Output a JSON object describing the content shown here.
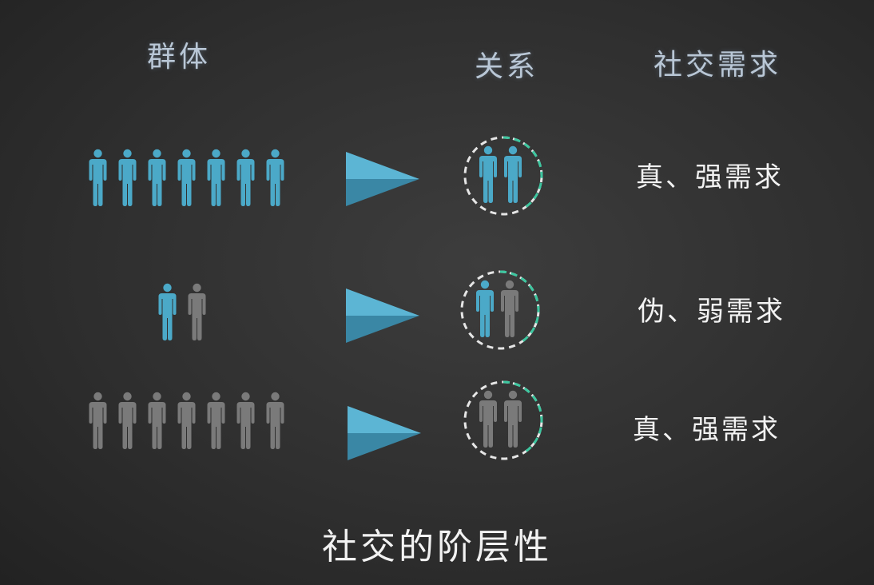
{
  "headers": {
    "group": "群体",
    "relation": "关系",
    "social_need": "社交需求"
  },
  "title": "社交的阶层性",
  "colors": {
    "blue": "#4ba9c8",
    "gray": "#7a7a7a",
    "ring_white": "#e6e6e6",
    "ring_green": "#3dc7a0",
    "arrow_top": "#5cb5d4",
    "arrow_bottom": "#3a87a5"
  },
  "rows": [
    {
      "group": [
        "blue",
        "blue",
        "blue",
        "blue",
        "blue",
        "blue",
        "blue"
      ],
      "relation": [
        "blue",
        "blue"
      ],
      "need": "真、强需求"
    },
    {
      "group": [
        "blue",
        "gray"
      ],
      "relation": [
        "blue",
        "gray"
      ],
      "need": "伪、弱需求"
    },
    {
      "group": [
        "gray",
        "gray",
        "gray",
        "gray",
        "gray",
        "gray",
        "gray"
      ],
      "relation": [
        "gray",
        "gray"
      ],
      "need": "真、强需求"
    }
  ]
}
